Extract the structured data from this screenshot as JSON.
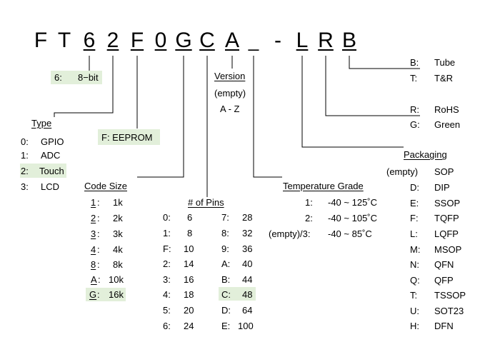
{
  "part_number": {
    "chars": [
      "F",
      "T",
      "6",
      "2",
      "F",
      "0",
      "G",
      "C",
      "A",
      "-",
      "L",
      "R",
      "B"
    ],
    "blank": "_"
  },
  "bits": {
    "code": "6:",
    "value": "8−bit"
  },
  "type": {
    "header": "Type",
    "rows": [
      {
        "code": "0:",
        "value": "GPIO"
      },
      {
        "code": "1:",
        "value": "ADC"
      },
      {
        "code": "2:",
        "value": "Touch"
      },
      {
        "code": "3:",
        "value": "LCD"
      }
    ]
  },
  "memory": {
    "label": "F: EEPROM"
  },
  "code_size": {
    "header": "Code Size",
    "rows": [
      {
        "code": "1",
        "value": "1k"
      },
      {
        "code": "2",
        "value": "2k"
      },
      {
        "code": "3",
        "value": "3k"
      },
      {
        "code": "4",
        "value": "4k"
      },
      {
        "code": "8",
        "value": "8k"
      },
      {
        "code": "A",
        "value": "10k"
      },
      {
        "code": "G",
        "value": "16k"
      }
    ]
  },
  "pins": {
    "header": "# of Pins",
    "left": [
      {
        "code": "0:",
        "value": "6"
      },
      {
        "code": "1:",
        "value": "8"
      },
      {
        "code": "F:",
        "value": "10"
      },
      {
        "code": "2:",
        "value": "14"
      },
      {
        "code": "3:",
        "value": "16"
      },
      {
        "code": "4:",
        "value": "18"
      },
      {
        "code": "5:",
        "value": "20"
      },
      {
        "code": "6:",
        "value": "24"
      }
    ],
    "right": [
      {
        "code": "7:",
        "value": "28"
      },
      {
        "code": "8:",
        "value": "32"
      },
      {
        "code": "9:",
        "value": "36"
      },
      {
        "code": "A:",
        "value": "40"
      },
      {
        "code": "B:",
        "value": "44"
      },
      {
        "code": "C:",
        "value": "48"
      },
      {
        "code": "D:",
        "value": "64"
      },
      {
        "code": "E:",
        "value": "100"
      }
    ]
  },
  "version": {
    "header": "Version",
    "rows": [
      "(empty)",
      "A - Z"
    ]
  },
  "temperature": {
    "header": "Temperature Grade",
    "rows": [
      {
        "code": "1:",
        "value": "-40 ~ 125˚C"
      },
      {
        "code": "2:",
        "value": "-40 ~ 105˚C"
      },
      {
        "code": "(empty)/3:",
        "value": "-40 ~ 85˚C"
      }
    ]
  },
  "shipping": {
    "rows": [
      {
        "code": "B:",
        "value": "Tube"
      },
      {
        "code": "T:",
        "value": "T&R"
      }
    ]
  },
  "rohs": {
    "rows": [
      {
        "code": "R:",
        "value": "RoHS"
      },
      {
        "code": "G:",
        "value": "Green"
      }
    ]
  },
  "packaging": {
    "header": "Packaging",
    "rows": [
      {
        "code": "(empty)",
        "value": "SOP"
      },
      {
        "code": "D:",
        "value": "DIP"
      },
      {
        "code": "E:",
        "value": "SSOP"
      },
      {
        "code": "F:",
        "value": "TQFP"
      },
      {
        "code": "L:",
        "value": "LQFP"
      },
      {
        "code": "M:",
        "value": "MSOP"
      },
      {
        "code": "N:",
        "value": "QFN"
      },
      {
        "code": "Q:",
        "value": "QFP"
      },
      {
        "code": "T:",
        "value": "TSSOP"
      },
      {
        "code": "U:",
        "value": "SOT23"
      },
      {
        "code": "H:",
        "value": "DFN"
      }
    ]
  },
  "highlight_color": "#e2efda"
}
